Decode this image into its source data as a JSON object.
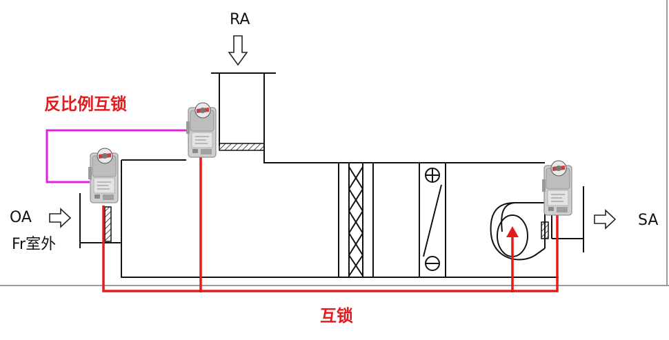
{
  "labels": {
    "return_air": "RA",
    "outdoor_air": "OA",
    "outdoor_fresh": "Fr室外",
    "supply_air": "SA",
    "inverse_interlock": "反比例互锁",
    "interlock": "互锁"
  },
  "colors": {
    "interlock_line": "#e41b1b",
    "inverse_interlock_line": "#e020d8",
    "duct_line": "#111111",
    "floor_line": "#9a9a9a",
    "actuator_body": "#cfcfcf"
  },
  "icons": {
    "actuator": "damper-actuator-icon",
    "fan": "centrifugal-fan-icon",
    "filter": "filter-icon",
    "coil": "coil-icon",
    "arrow": "hollow-arrow-icon"
  }
}
